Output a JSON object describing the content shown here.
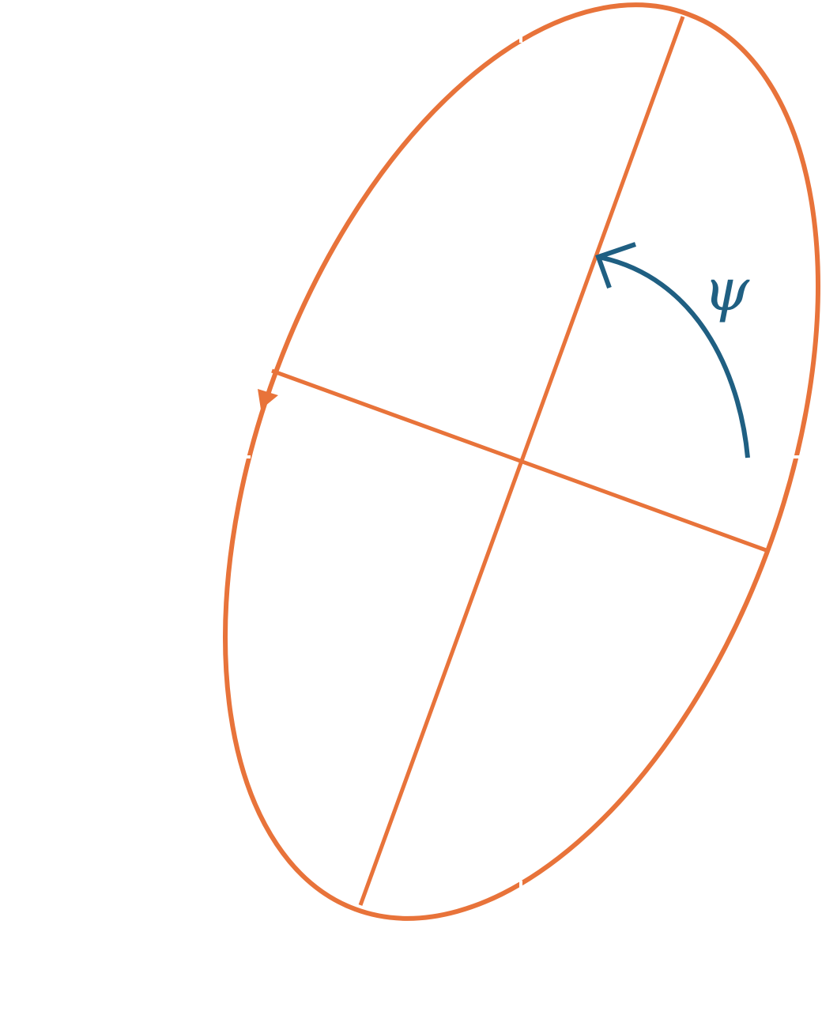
{
  "diagram": {
    "type": "polarization-ellipse",
    "angle_label": "ψ",
    "colors": {
      "ellipse": "#E8733A",
      "angle_arc": "#1F5F82",
      "background": "#FFFFFF"
    },
    "rotation_direction": "counterclockwise"
  }
}
